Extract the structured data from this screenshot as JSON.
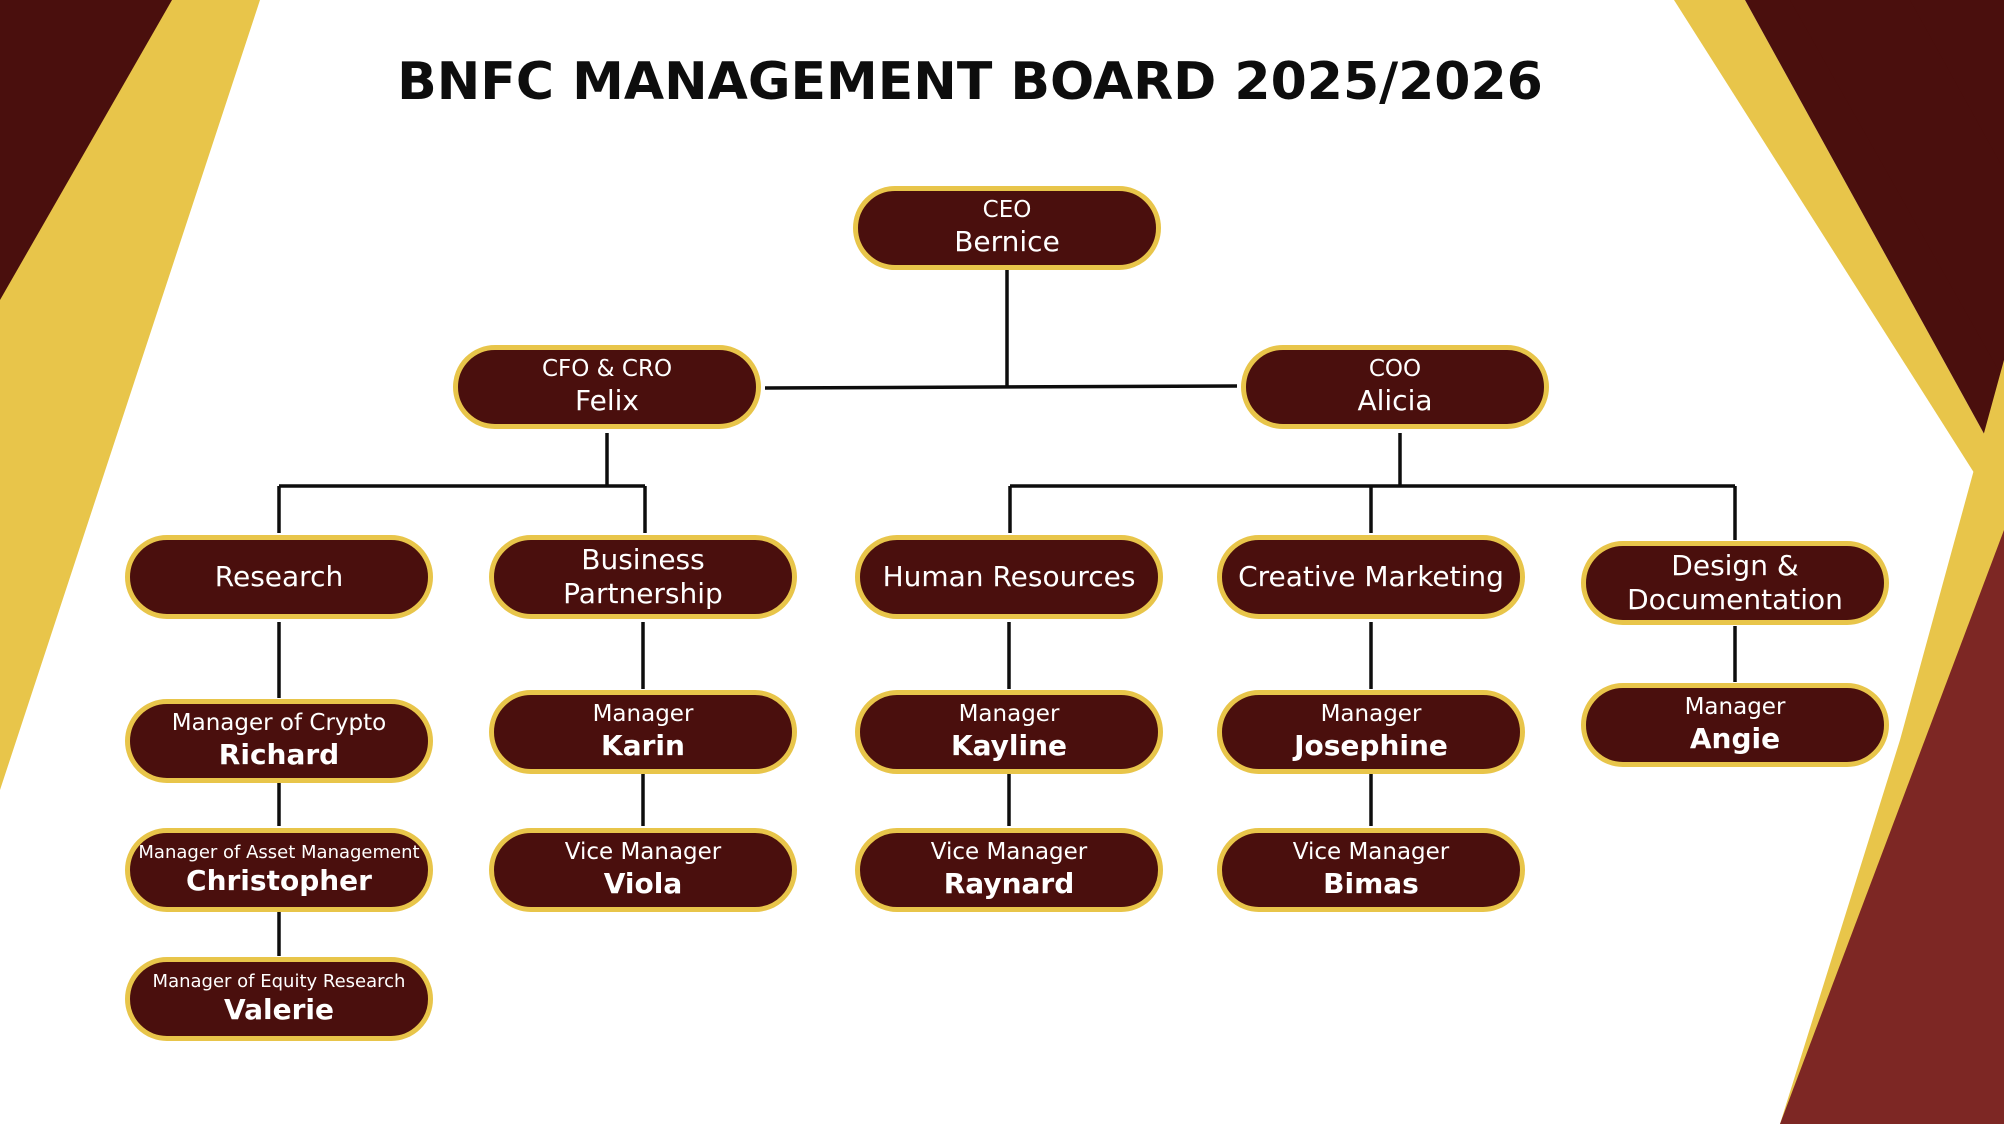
{
  "title": "BNFC MANAGEMENT BOARD 2025/2026",
  "colors": {
    "node_fill": "#4a0f0d",
    "node_border": "#e8c54a",
    "maroon_dark": "#4a0f0d",
    "maroon_light": "#7d2724",
    "gold": "#e8c54a"
  },
  "executives": {
    "ceo": {
      "role": "CEO",
      "name": "Bernice"
    },
    "cfo": {
      "role": "CFO & CRO",
      "name": "Felix"
    },
    "coo": {
      "role": "COO",
      "name": "Alicia"
    }
  },
  "departments": {
    "research": {
      "label": "Research",
      "members": [
        {
          "role": "Manager of Crypto",
          "name": "Richard"
        },
        {
          "role": "Manager of Asset Management",
          "name": "Christopher"
        },
        {
          "role": "Manager of Equity Research",
          "name": "Valerie"
        }
      ]
    },
    "business_partnership": {
      "label": "Business Partnership",
      "members": [
        {
          "role": "Manager",
          "name": "Karin"
        },
        {
          "role": "Vice Manager",
          "name": "Viola"
        }
      ]
    },
    "human_resources": {
      "label": "Human Resources",
      "members": [
        {
          "role": "Manager",
          "name": "Kayline"
        },
        {
          "role": "Vice Manager",
          "name": "Raynard"
        }
      ]
    },
    "creative_marketing": {
      "label": "Creative Marketing",
      "members": [
        {
          "role": "Manager",
          "name": "Josephine"
        },
        {
          "role": "Vice Manager",
          "name": "Bimas"
        }
      ]
    },
    "design_documentation": {
      "label_line1": "Design &",
      "label_line2": "Documentation",
      "members": [
        {
          "role": "Manager",
          "name": "Angie"
        }
      ]
    }
  }
}
